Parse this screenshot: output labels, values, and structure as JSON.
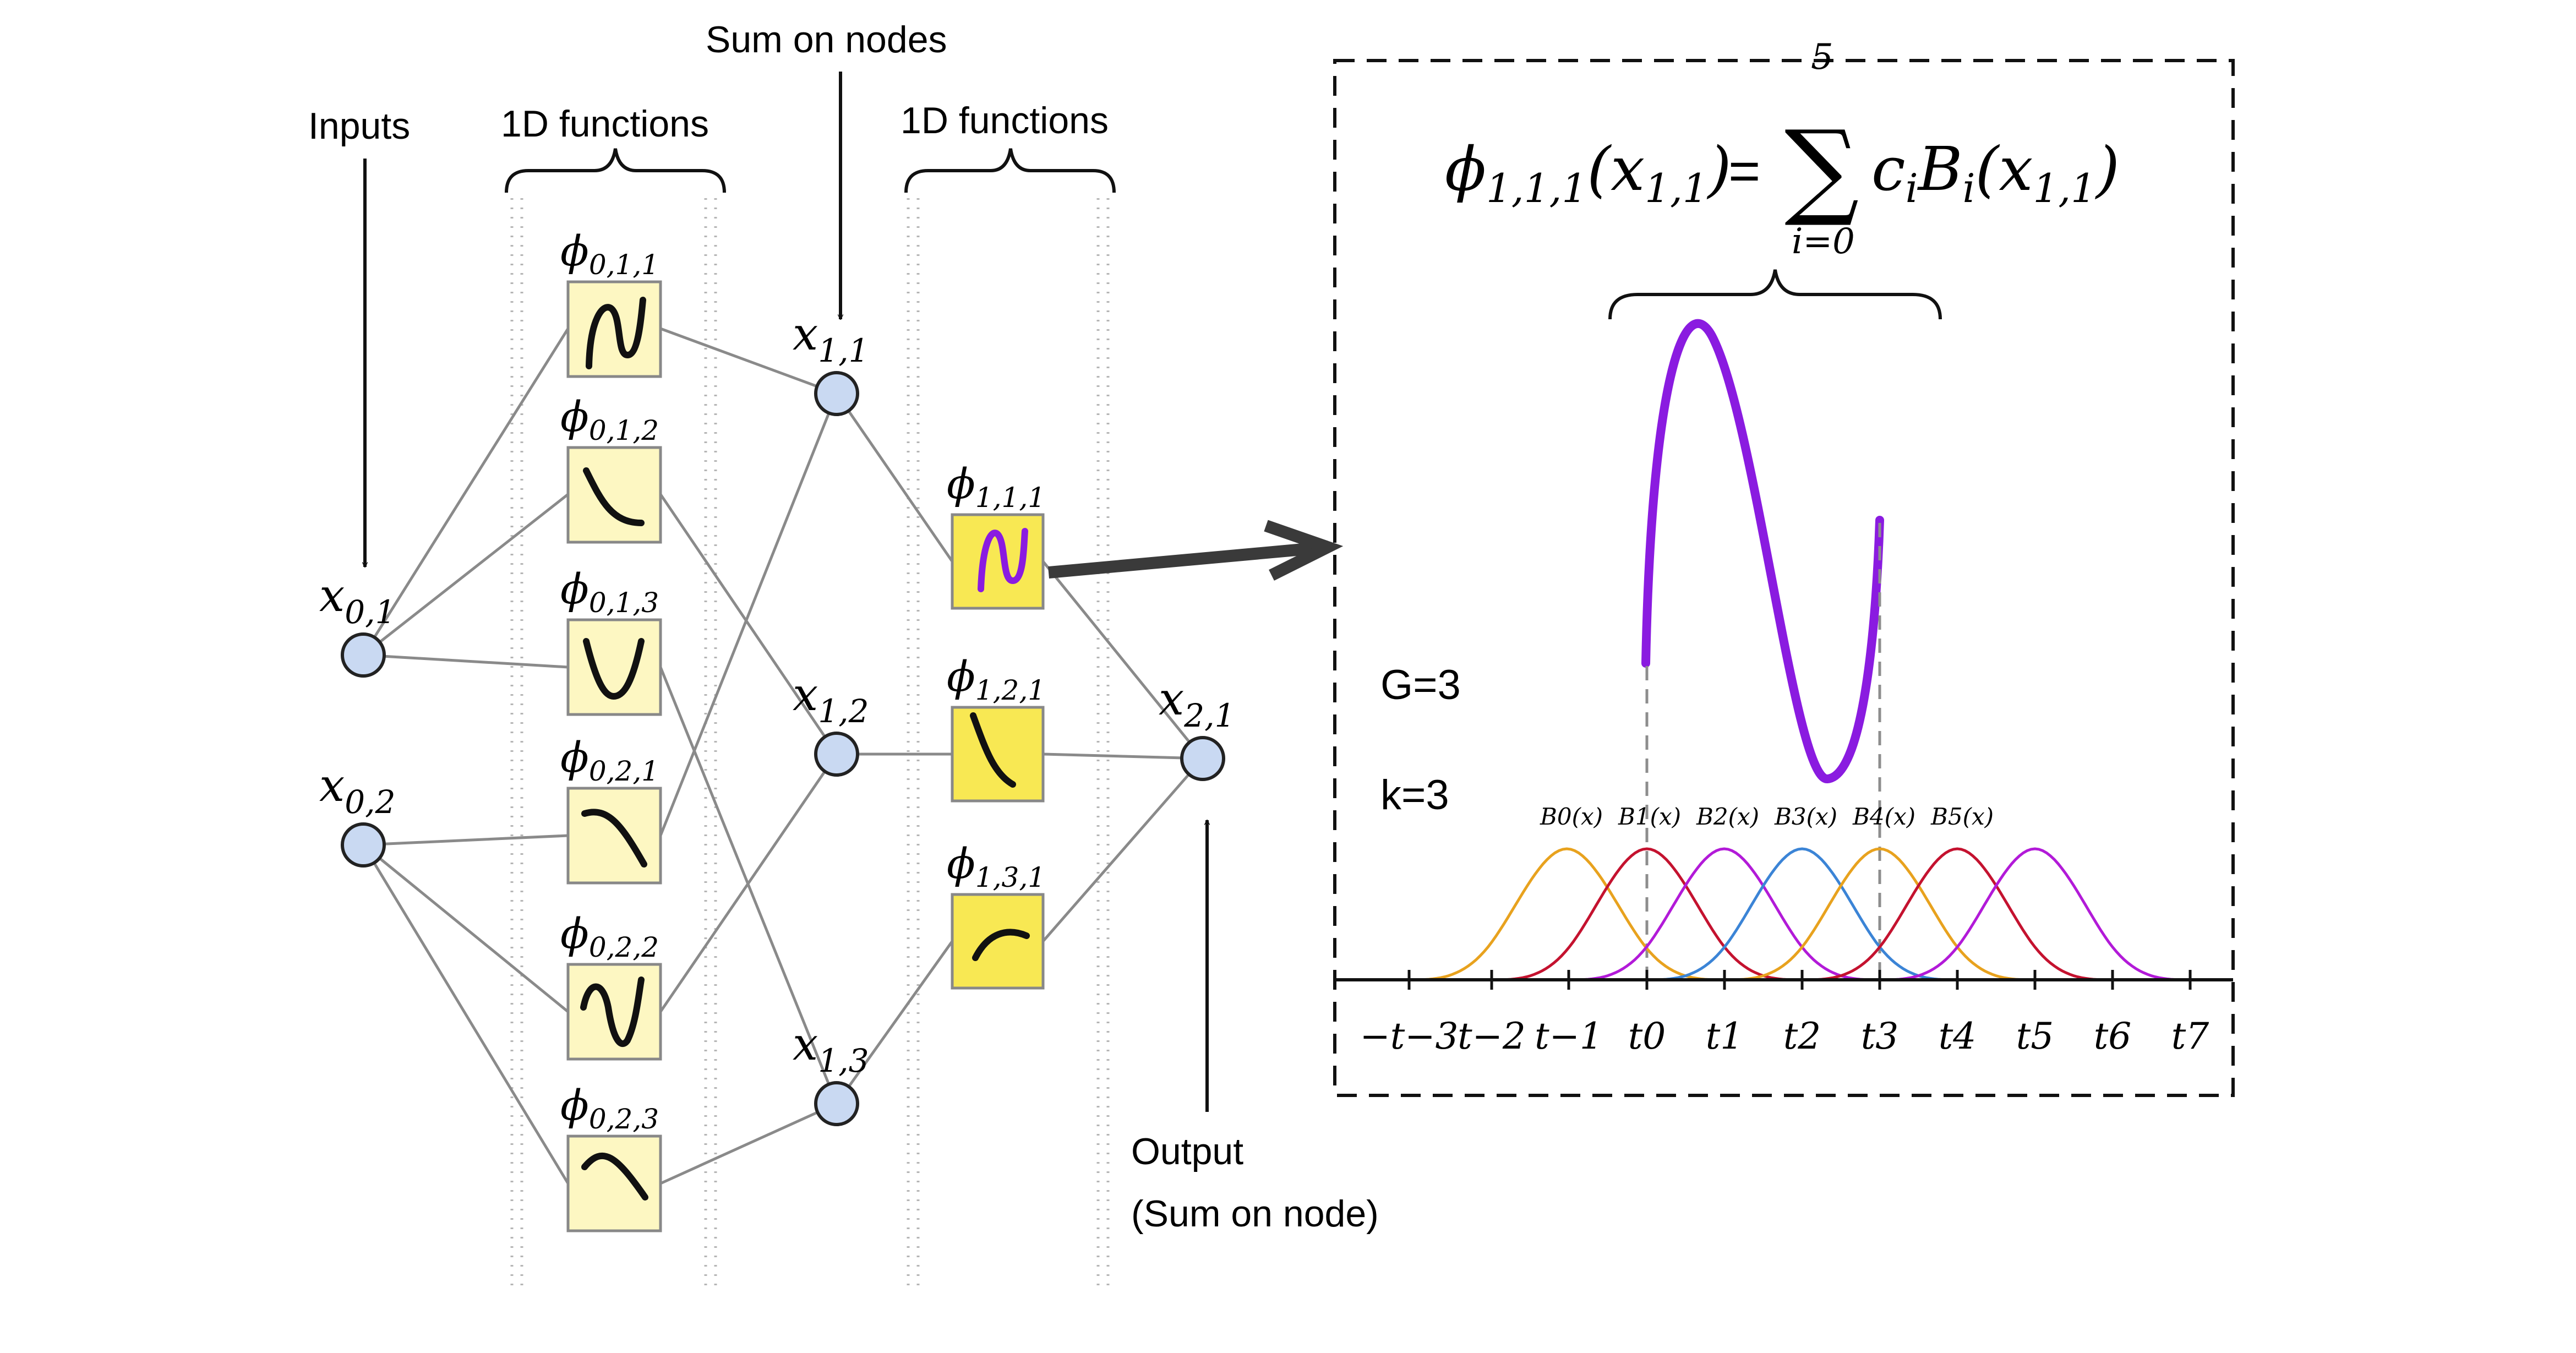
{
  "labels": {
    "inputs": "Inputs",
    "functions_layer0": "1D functions",
    "sum_on_nodes": "Sum on nodes",
    "functions_layer1": "1D functions",
    "output_line1": "Output",
    "output_line2": "(Sum on node)",
    "grid": "G=3",
    "order": "k=3"
  },
  "nodes": {
    "x01": {
      "base": "x",
      "sub": "0,1"
    },
    "x02": {
      "base": "x",
      "sub": "0,2"
    },
    "x11": {
      "base": "x",
      "sub": "1,1"
    },
    "x12": {
      "base": "x",
      "sub": "1,2"
    },
    "x13": {
      "base": "x",
      "sub": "1,3"
    },
    "x21": {
      "base": "x",
      "sub": "2,1"
    }
  },
  "functions": {
    "phi011": {
      "base": "ϕ",
      "sub": "0,1,1"
    },
    "phi012": {
      "base": "ϕ",
      "sub": "0,1,2"
    },
    "phi013": {
      "base": "ϕ",
      "sub": "0,1,3"
    },
    "phi021": {
      "base": "ϕ",
      "sub": "0,2,1"
    },
    "phi022": {
      "base": "ϕ",
      "sub": "0,2,2"
    },
    "phi023": {
      "base": "ϕ",
      "sub": "0,2,3"
    },
    "phi111": {
      "base": "ϕ",
      "sub": "1,1,1"
    },
    "phi121": {
      "base": "ϕ",
      "sub": "1,2,1"
    },
    "phi131": {
      "base": "ϕ",
      "sub": "1,3,1"
    }
  },
  "formula": {
    "lhs_phi": "ϕ",
    "lhs_sub": "1,1,1",
    "lhs_arg": "(x",
    "lhs_arg_sub": "1,1",
    "lhs_close": ")",
    "equals": "=",
    "sum_symbol": "∑",
    "sum_upper": "5",
    "sum_lower": "i=0",
    "rhs_c": "c",
    "rhs_c_sub": "i",
    "rhs_B": "B",
    "rhs_B_sub": "i",
    "rhs_arg": "(x",
    "rhs_arg_sub": "1,1",
    "rhs_close": ")"
  },
  "basis_labels": [
    "B0(x)",
    "B1(x)",
    "B2(x)",
    "B3(x)",
    "B4(x)",
    "B5(x)"
  ],
  "knot_labels": [
    "−t−3",
    "t−2",
    "t−1",
    "t0",
    "t1",
    "t2",
    "t3",
    "t4",
    "t5",
    "t6",
    "t7"
  ],
  "colors": {
    "node_fill": "#c9d9f2",
    "box_layer0": "#fdf7c2",
    "box_layer1": "#f8e853",
    "spline_curve": "#8a1be0",
    "basis": [
      "#e8a21e",
      "#c4122f",
      "#b21ad8",
      "#3b84d6",
      "#e8a21e",
      "#c4122f",
      "#b21ad8"
    ]
  }
}
